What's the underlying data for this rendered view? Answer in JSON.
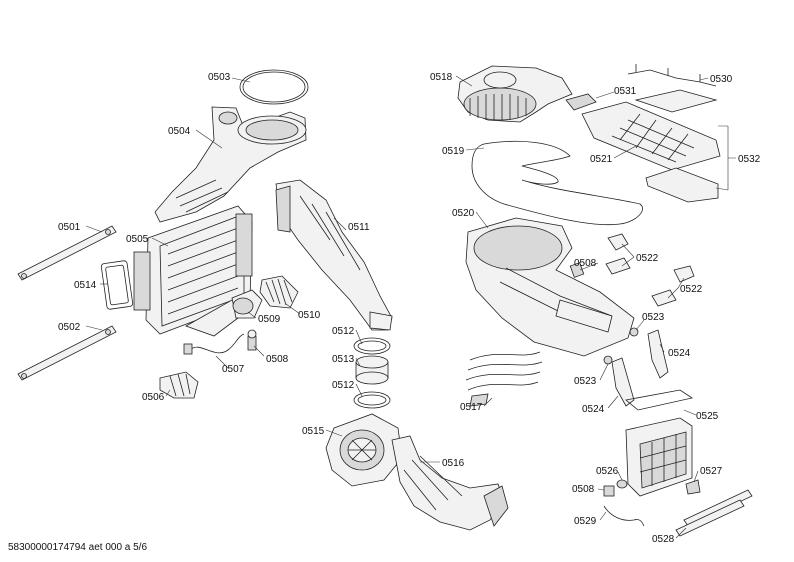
{
  "labels": {
    "p0501": "0501",
    "p0502": "0502",
    "p0503": "0503",
    "p0504": "0504",
    "p0505": "0505",
    "p0506": "0506",
    "p0507": "0507",
    "p0508a": "0508",
    "p0508b": "0508",
    "p0508c": "0508",
    "p0509": "0509",
    "p0510": "0510",
    "p0511": "0511",
    "p0512a": "0512",
    "p0512b": "0512",
    "p0513": "0513",
    "p0514": "0514",
    "p0515": "0515",
    "p0516": "0516",
    "p0517": "0517",
    "p0518": "0518",
    "p0519": "0519",
    "p0520": "0520",
    "p0521": "0521",
    "p0522a": "0522",
    "p0522b": "0522",
    "p0523a": "0523",
    "p0523b": "0523",
    "p0524a": "0524",
    "p0524b": "0524",
    "p0525": "0525",
    "p0526": "0526",
    "p0527": "0527",
    "p0528": "0528",
    "p0529": "0529",
    "p0530": "0530",
    "p0531": "0531",
    "p0532": "0532"
  },
  "footer": "58300000174794 aet 000 a 5/6"
}
